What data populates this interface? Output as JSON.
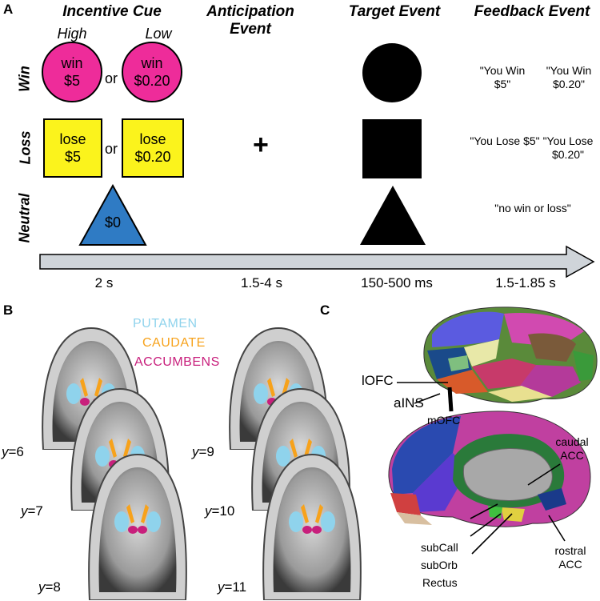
{
  "panel_a": {
    "letter": "A",
    "phases": {
      "incentive_cue": "Incentive Cue",
      "anticipation": "Anticipation Event",
      "target": "Target Event",
      "feedback": "Feedback Event"
    },
    "cue_levels": {
      "high": "High",
      "low": "Low"
    },
    "row_labels": {
      "win": "Win",
      "loss": "Loss",
      "neutral": "Neutral"
    },
    "cues": {
      "win_high": "win $5",
      "win_low": "win $0.20",
      "loss_high": "lose $5",
      "loss_low": "lose $0.20",
      "neutral": "$0",
      "or": "or"
    },
    "anticipation_symbol": "+",
    "feedback": {
      "win_high": "\"You Win $5\"",
      "win_low": "\"You Win $0.20\"",
      "loss_high": "\"You Lose $5\"",
      "loss_low": "\"You Lose $0.20\"",
      "neutral": "\"no win or loss\""
    },
    "timings": {
      "cue": "2 s",
      "anticipation": "1.5-4 s",
      "target": "150-500 ms",
      "feedback": "1.5-1.85 s"
    },
    "colors": {
      "win_circle": "#ee2c9a",
      "loss_square": "#fbf31c",
      "neutral_triangle": "#2f7bc4",
      "timeline_arrow": "#cfd4d9"
    }
  },
  "panel_b": {
    "letter": "B",
    "legend": {
      "putamen": "PUTAMEN",
      "caudate": "CAUDATE",
      "accumbens": "ACCUMBENS"
    },
    "colors": {
      "putamen": "#8fd3ec",
      "caudate": "#f7a21b",
      "accumbens": "#c81f7c"
    },
    "slices": [
      {
        "var": "y",
        "value": "=6"
      },
      {
        "var": "y",
        "value": "=7"
      },
      {
        "var": "y",
        "value": "=8"
      },
      {
        "var": "y",
        "value": "=9"
      },
      {
        "var": "y",
        "value": "=10"
      },
      {
        "var": "y",
        "value": "=11"
      }
    ]
  },
  "panel_c": {
    "letter": "C",
    "labels": {
      "lofc": "lOFC",
      "ains": "aINS",
      "mofc": "mOFC",
      "caudal_acc": "caudal ACC",
      "rostral_acc": "rostral ACC",
      "subcall": "subCall",
      "suborb": "subOrb",
      "rectus": "Rectus"
    }
  }
}
